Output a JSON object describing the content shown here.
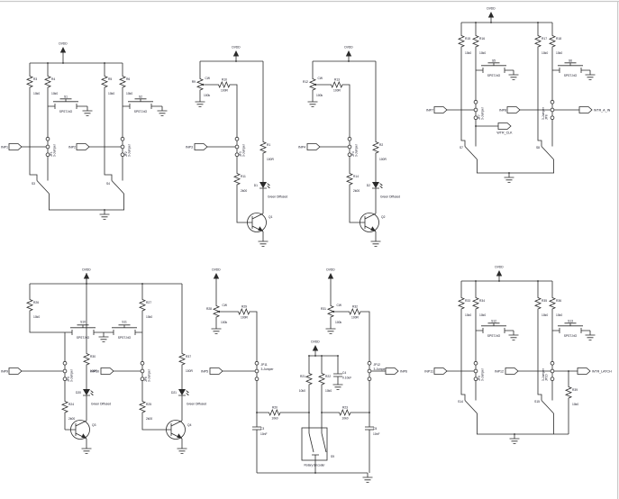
{
  "power_net": "DVDD",
  "component_types": {
    "pushbutton": "SPST-NO",
    "jumper": "3-Jumper",
    "led": "Green Diffused",
    "encoder": "Rotary Encoder"
  },
  "markings": {
    "cw": "CW"
  },
  "values": {
    "pullup": "10k0",
    "series": "100R",
    "base": "2k00",
    "pot": "100k",
    "cap_small": "10nF",
    "cap_large": "0.10uF"
  },
  "designators": {
    "r1": "R1",
    "r2": "R2",
    "r3": "R3",
    "r4": "R4",
    "r5": "R5",
    "r6": "R6",
    "r9": "R9",
    "r10": "R10",
    "r11": "R11",
    "r12": "R12",
    "r13": "R13",
    "r14": "R14",
    "r15": "R15",
    "r16": "R16",
    "r17": "R17",
    "r18": "R18",
    "r20": "R20",
    "r21": "R21",
    "r22": "R22",
    "r23": "R23",
    "r24": "R24",
    "r25": "R25",
    "r26": "R26",
    "r27": "R27",
    "r28": "R28",
    "r29": "R29",
    "r30": "R30",
    "r31": "R31",
    "r32": "R32",
    "r33": "R33",
    "r34": "R34",
    "r35": "R35",
    "r36": "R36",
    "r37": "R37",
    "r39": "R39",
    "c3": "C3",
    "c4": "C4",
    "c5": "C5",
    "d1": "D1",
    "d2": "D2",
    "d20": "D20",
    "d21": "D21",
    "q1": "Q1",
    "q2": "Q2",
    "q3": "Q3",
    "q4": "Q4",
    "s1": "S1",
    "s2": "S2",
    "s3": "S3",
    "s4": "S4",
    "s5": "S5",
    "s6": "S6",
    "s7": "S7",
    "s8": "S8",
    "s9": "S9",
    "s10": "S10",
    "s11": "S11",
    "s12": "S12",
    "s13": "S13",
    "s14": "S14",
    "s15": "S15",
    "jp1": "JP1",
    "jp2": "JP2",
    "jp3": "JP3",
    "jp4": "JP4",
    "jp5": "JP5",
    "jp6": "JP6",
    "jp7": "JP7",
    "jp8": "JP8",
    "jp9": "JP9",
    "jp10": "JP10",
    "jp11": "JP11",
    "jp12": "JP12"
  },
  "ports": {
    "inp1": "INP1",
    "inp2": "INP2",
    "inp3": "INP3",
    "inp4": "INP4",
    "inp5": "INP5",
    "inp6": "INP6",
    "inp7": "INP7",
    "inp8": "INP8",
    "inp9": "INP9",
    "inp10": "INP10",
    "inp11": "INP11",
    "inp12": "INP12",
    "wtr_clk": "WTR_CLK",
    "wtr_a_in": "WTR_A_IN",
    "wtr_latch": "WTR_LATCH"
  }
}
